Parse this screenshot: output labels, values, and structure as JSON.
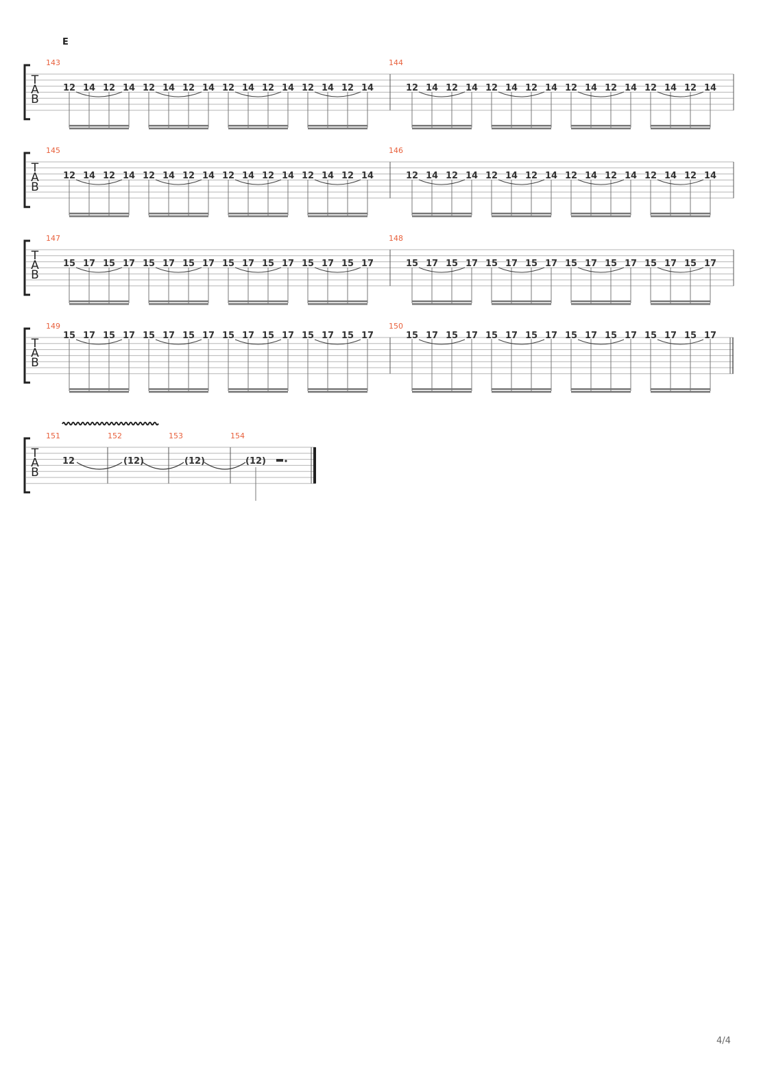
{
  "section": "E",
  "page_number": "4/4",
  "accent_color": "#e8603c",
  "tab_clef": [
    "T",
    "A",
    "B"
  ],
  "systems": [
    {
      "measures": [
        {
          "number": "143",
          "notes": [
            "12",
            "14",
            "12",
            "14",
            "12",
            "14",
            "12",
            "14",
            "12",
            "14",
            "12",
            "14",
            "12",
            "14",
            "12",
            "14"
          ]
        },
        {
          "number": "144",
          "notes": [
            "12",
            "14",
            "12",
            "14",
            "12",
            "14",
            "12",
            "14",
            "12",
            "14",
            "12",
            "14",
            "12",
            "14",
            "12",
            "14"
          ]
        }
      ]
    },
    {
      "measures": [
        {
          "number": "145",
          "notes": [
            "12",
            "14",
            "12",
            "14",
            "12",
            "14",
            "12",
            "14",
            "12",
            "14",
            "12",
            "14",
            "12",
            "14",
            "12",
            "14"
          ]
        },
        {
          "number": "146",
          "notes": [
            "12",
            "14",
            "12",
            "14",
            "12",
            "14",
            "12",
            "14",
            "12",
            "14",
            "12",
            "14",
            "12",
            "14",
            "12",
            "14"
          ]
        }
      ]
    },
    {
      "measures": [
        {
          "number": "147",
          "notes": [
            "15",
            "17",
            "15",
            "17",
            "15",
            "17",
            "15",
            "17",
            "15",
            "17",
            "15",
            "17",
            "15",
            "17",
            "15",
            "17"
          ]
        },
        {
          "number": "148",
          "notes": [
            "15",
            "17",
            "15",
            "17",
            "15",
            "17",
            "15",
            "17",
            "15",
            "17",
            "15",
            "17",
            "15",
            "17",
            "15",
            "17"
          ]
        }
      ]
    },
    {
      "measures": [
        {
          "number": "149",
          "notes": [
            "15",
            "17",
            "15",
            "17",
            "15",
            "17",
            "15",
            "17",
            "15",
            "17",
            "15",
            "17",
            "15",
            "17",
            "15",
            "17"
          ]
        },
        {
          "number": "150",
          "notes": [
            "15",
            "17",
            "15",
            "17",
            "15",
            "17",
            "15",
            "17",
            "15",
            "17",
            "15",
            "17",
            "15",
            "17",
            "15",
            "17"
          ]
        }
      ]
    }
  ],
  "final_system": {
    "vibrato": true,
    "measures": [
      {
        "number": "151",
        "note": "12"
      },
      {
        "number": "152",
        "note": "(12)"
      },
      {
        "number": "153",
        "note": "(12)"
      },
      {
        "number": "154",
        "note": "(12)"
      }
    ],
    "rest": "dotted half rest"
  }
}
